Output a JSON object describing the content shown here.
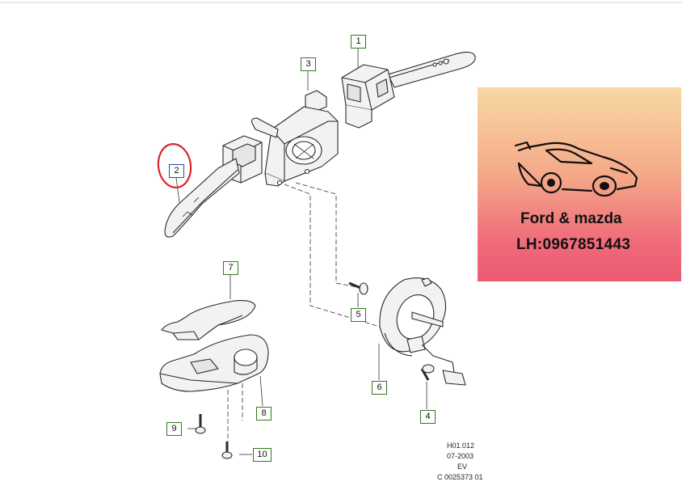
{
  "callouts": {
    "c1": "1",
    "c2": "2",
    "c3": "3",
    "c4": "4",
    "c5": "5",
    "c6": "6",
    "c7": "7",
    "c8": "8",
    "c9": "9",
    "c10": "10"
  },
  "reference": {
    "line1": "H01.012",
    "line2": "07-2003",
    "line3": "EV",
    "line4": "C 0025373 01"
  },
  "promo": {
    "brand": "Ford & mazda",
    "phone": "LH:0967851443"
  },
  "colors": {
    "callout_border_green": "#2e7d1e",
    "callout_border_blue": "#2b4aa8",
    "highlight_circle": "#d8252c"
  }
}
